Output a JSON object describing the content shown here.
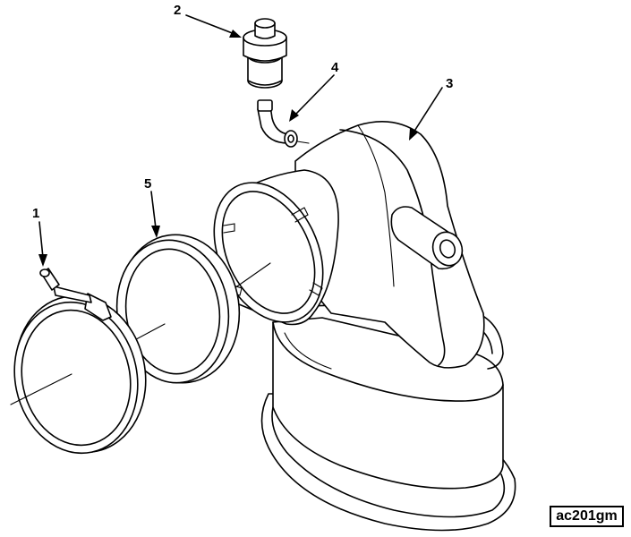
{
  "callouts": {
    "c1": "1",
    "c2": "2",
    "c3": "3",
    "c4": "4",
    "c5": "5"
  },
  "figure_id": "ac201gm"
}
